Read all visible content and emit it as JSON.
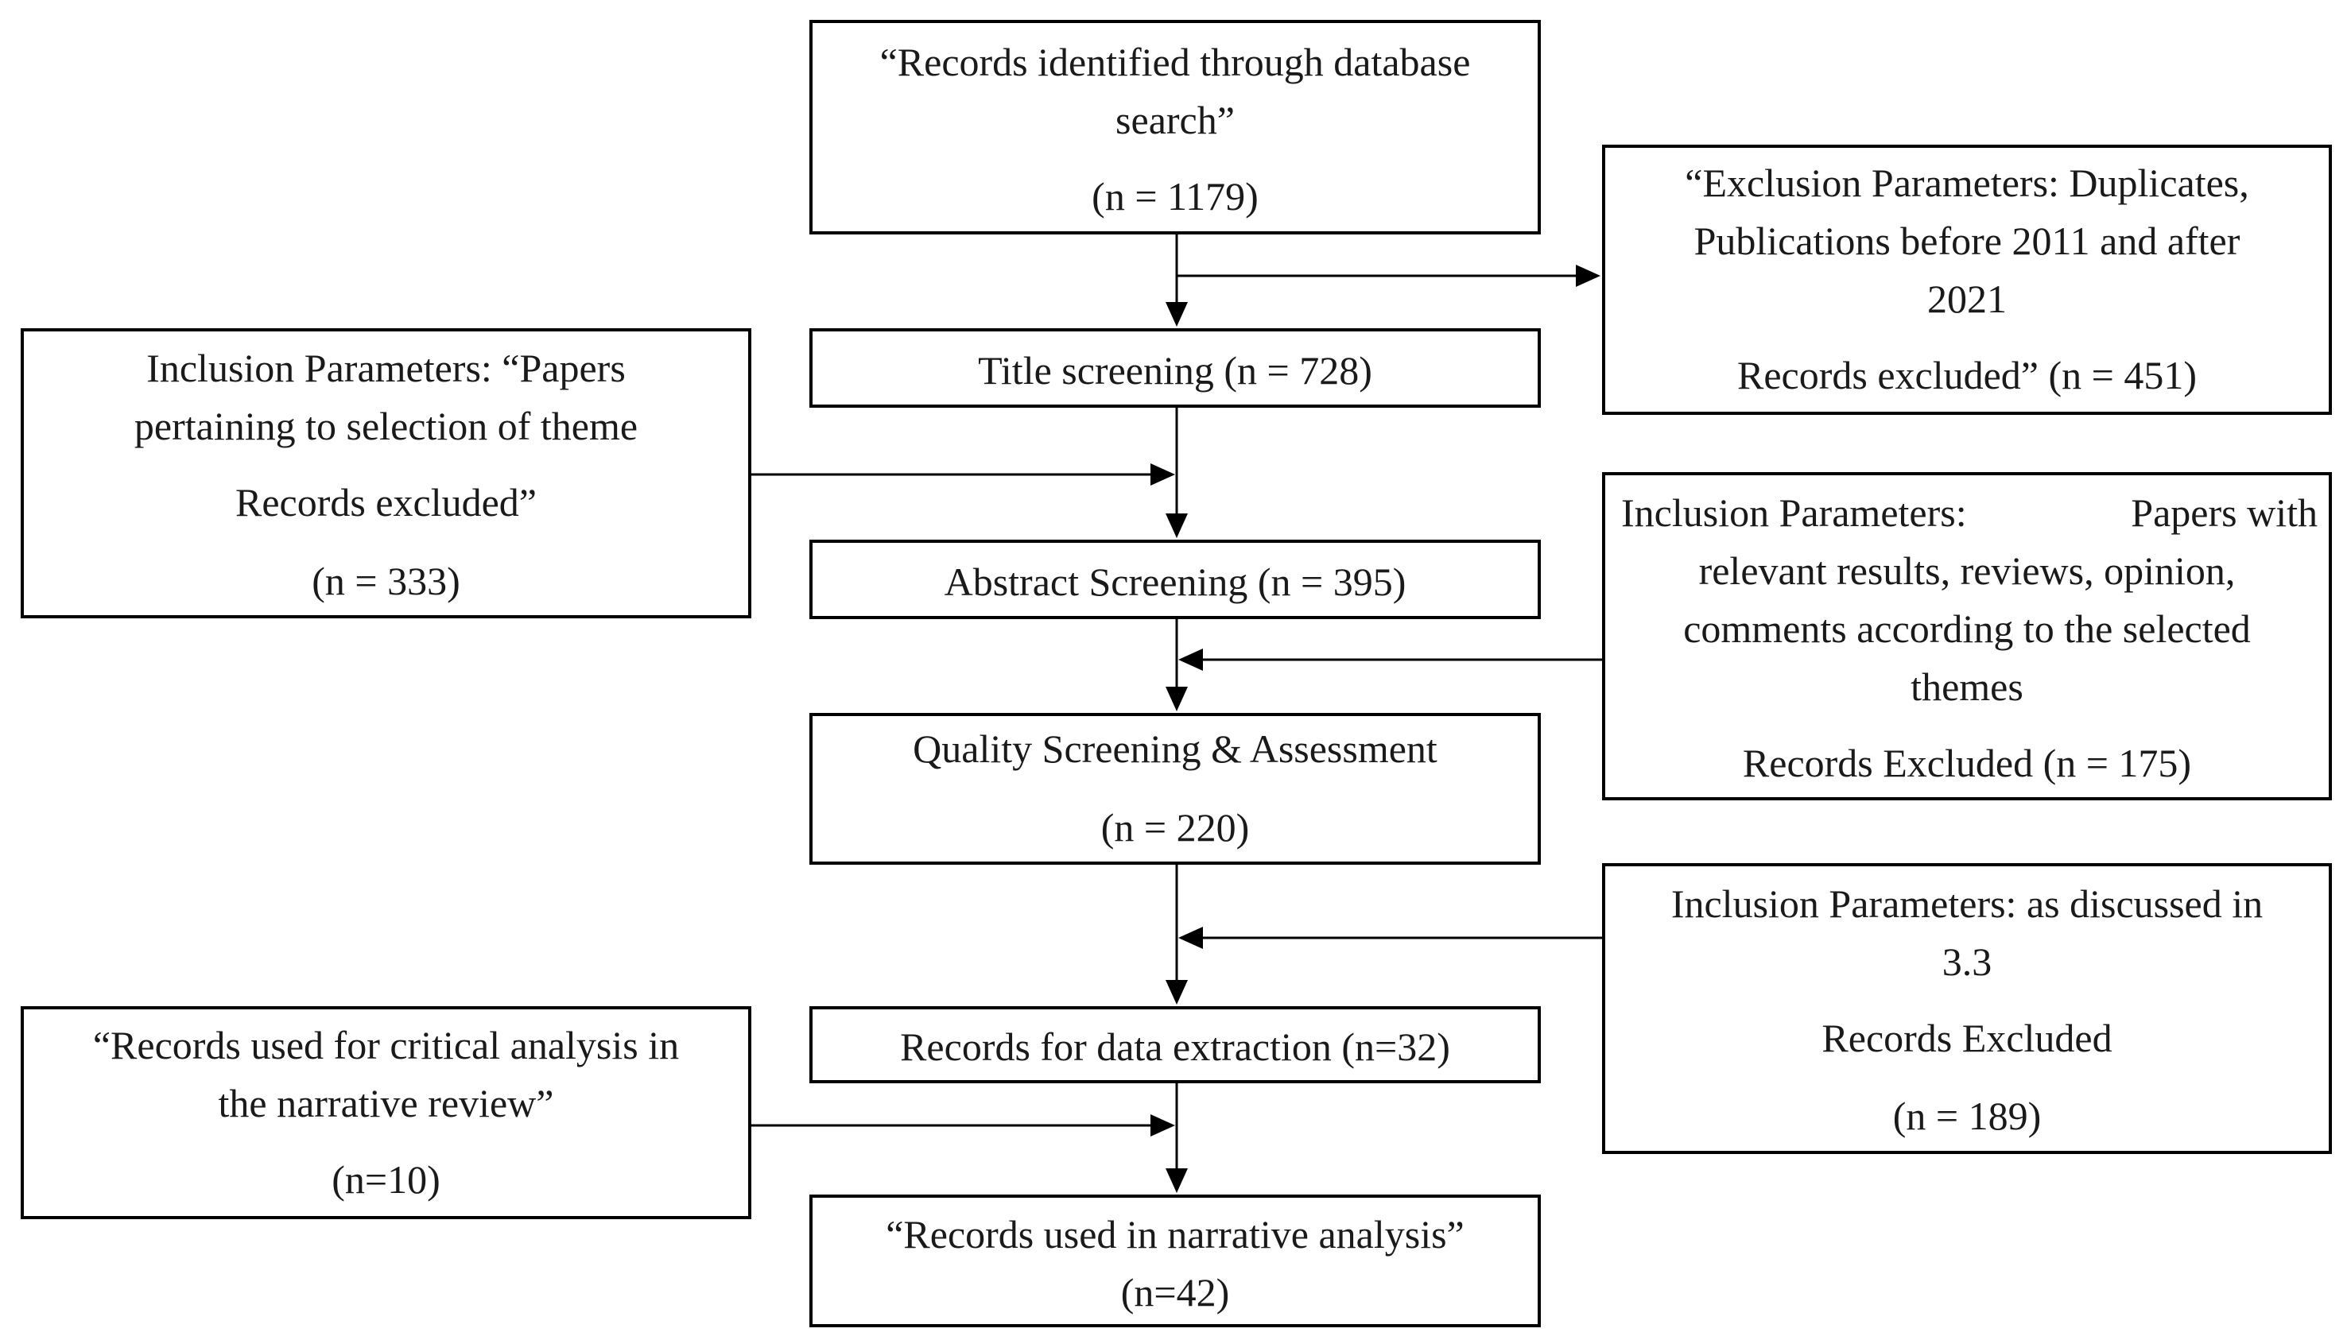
{
  "main_flow": {
    "identified": {
      "line1": "“Records identified through database",
      "line2": "search”",
      "count": "(n = 1179)"
    },
    "title_screening": "Title screening (n = 728)",
    "abstract_screening": "Abstract Screening (n = 395)",
    "quality": {
      "line1": "Quality Screening & Assessment",
      "count": "(n = 220)"
    },
    "data_extraction": "Records for data extraction (n=32)",
    "narrative": {
      "line1": "“Records used in narrative analysis”",
      "count": "(n=42)"
    }
  },
  "side_boxes": {
    "exclusion": {
      "line1": "“Exclusion Parameters:  Duplicates,",
      "line2": "Publications before 2011 and after",
      "line3": "2021",
      "line4": "Records excluded” (n = 451)"
    },
    "inclusion_theme": {
      "line1": "Inclusion Parameters:  “Papers",
      "line2": "pertaining to selection of theme",
      "line3": "Records excluded”",
      "count": "(n = 333)"
    },
    "inclusion_results": {
      "line1a": "Inclusion Parameters:",
      "line1b": "Papers with",
      "line2": "relevant results, reviews, opinion,",
      "line3": "comments according to the selected",
      "line4": "themes",
      "line5": "Records Excluded (n = 175)"
    },
    "inclusion_discussed": {
      "line1": "Inclusion Parameters: as discussed in",
      "line2": "3.3",
      "line3": "Records Excluded",
      "count": "(n = 189)"
    },
    "critical": {
      "line1": "“Records used for critical analysis in",
      "line2": "the narrative review”",
      "count": "(n=10)"
    }
  },
  "colors": {
    "stroke": "#000000",
    "text": "#1a1a1a",
    "background": "#ffffff"
  }
}
